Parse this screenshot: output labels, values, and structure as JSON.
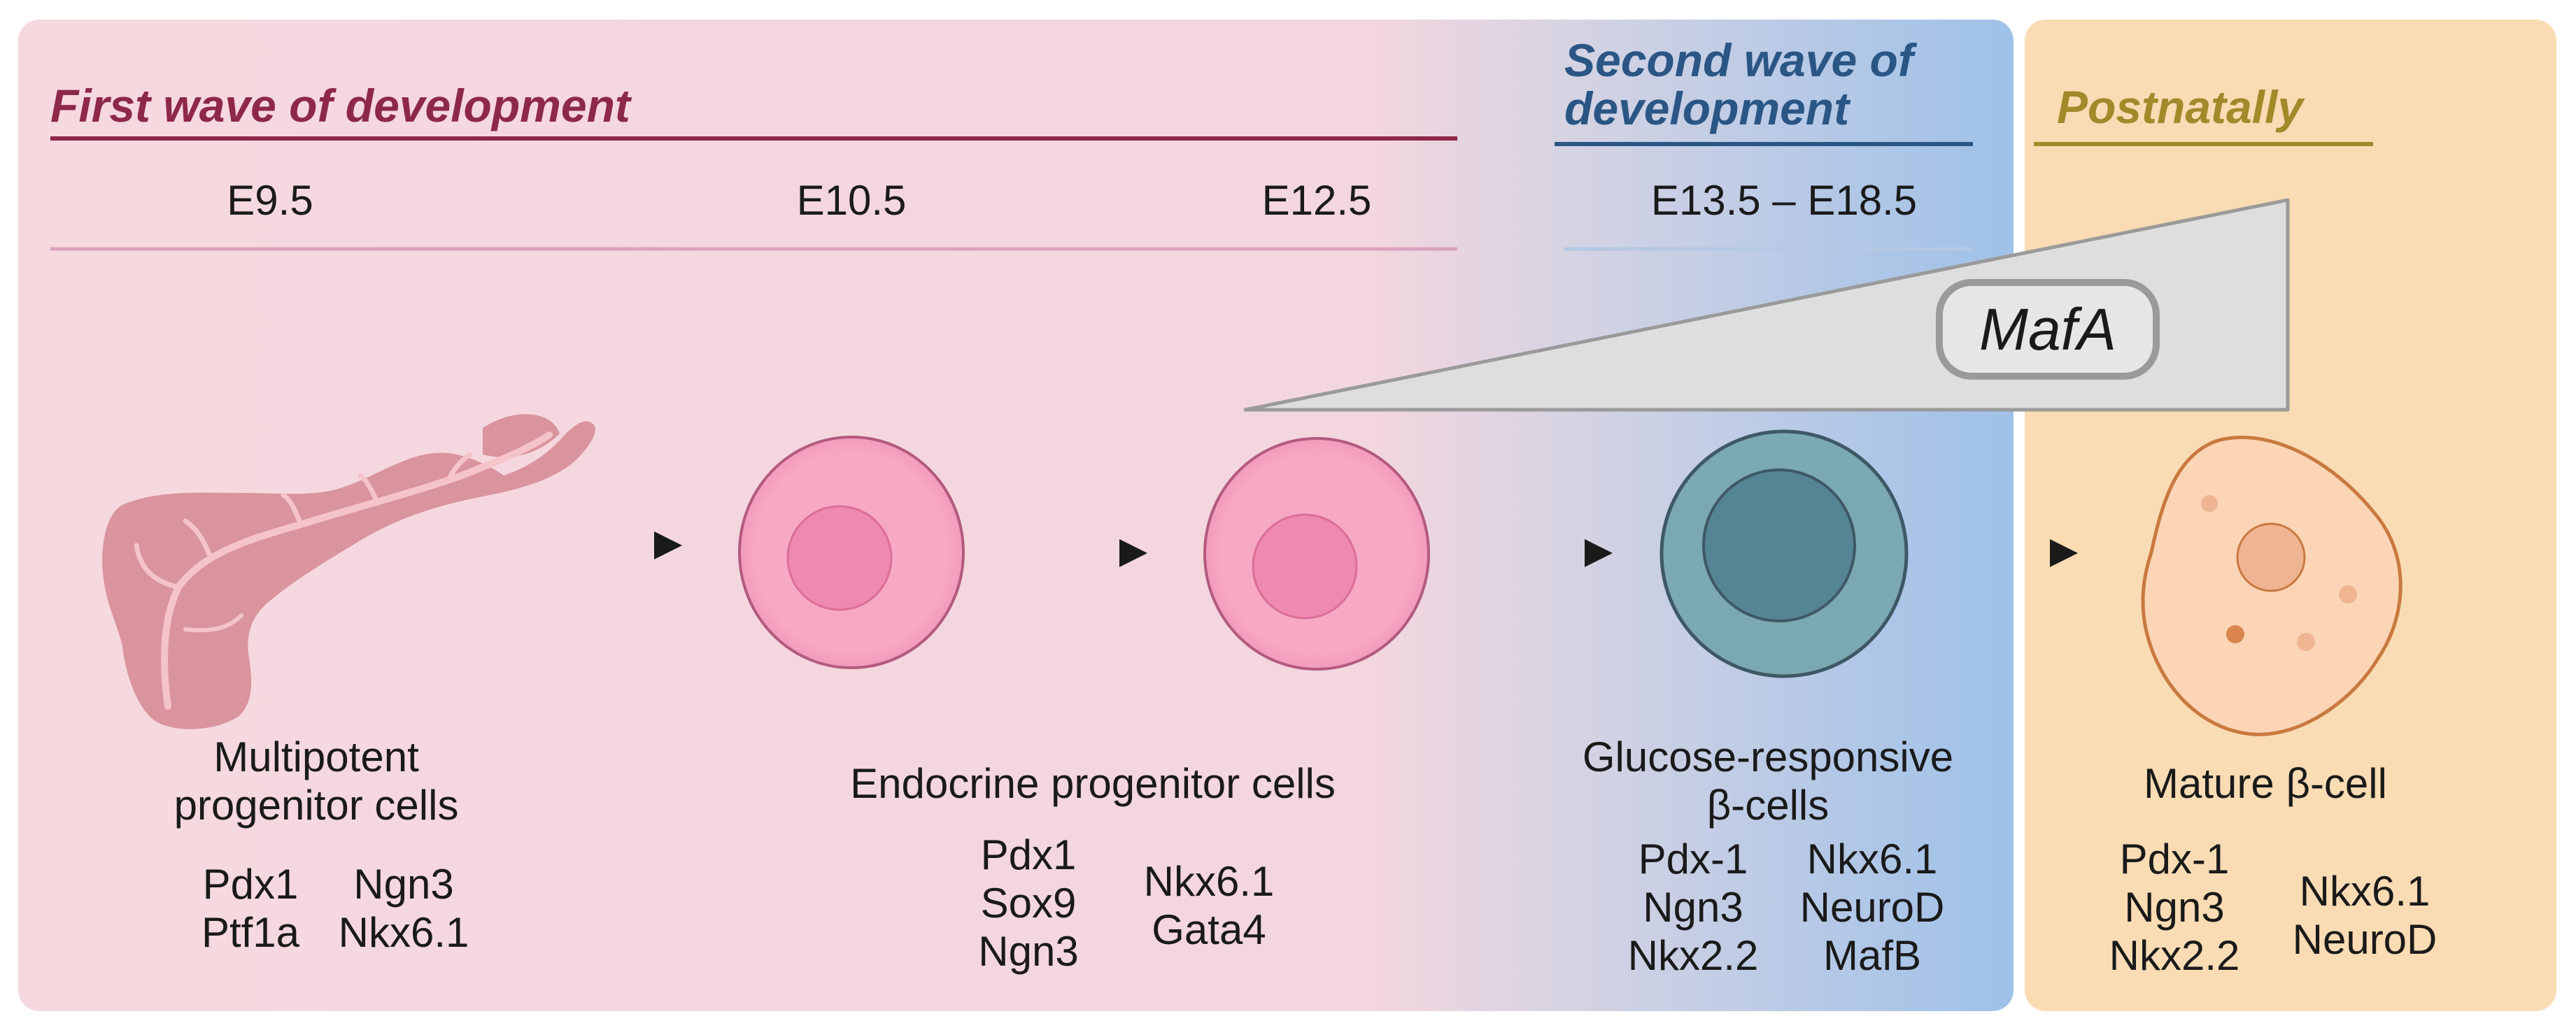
{
  "headers": {
    "first_wave": "First wave of development",
    "second_wave_line1": "Second wave of",
    "second_wave_line2": "development",
    "postnatal": "Postnatally"
  },
  "stages": [
    "E9.5",
    "E10.5",
    "E12.5",
    "E13.5 – E18.5"
  ],
  "gradient_label": "MafA",
  "cells": [
    {
      "name_lines": [
        "Multipotent",
        "progenitor cells"
      ],
      "genes_left": [
        "Pdx1",
        "Ptf1a"
      ],
      "genes_right": [
        "Ngn3",
        "Nkx6.1"
      ]
    },
    {
      "name_lines": [
        "Endocrine progenitor cells"
      ],
      "genes_left": [
        "Pdx1",
        "Sox9",
        "Ngn3"
      ],
      "genes_right": [
        "Nkx6.1",
        "Gata4"
      ]
    },
    {
      "name_lines": [
        "Glucose-responsive",
        "β-cells"
      ],
      "genes_left": [
        "Pdx-1",
        "Ngn3",
        "Nkx2.2"
      ],
      "genes_right": [
        "Nkx6.1",
        "NeuroD",
        "MafB"
      ]
    },
    {
      "name_lines": [
        "Mature β-cell"
      ],
      "genes_left": [
        "Pdx-1",
        "Ngn3",
        "Nkx2.2"
      ],
      "genes_right": [
        "Nkx6.1",
        "NeuroD"
      ]
    }
  ],
  "colors": {
    "first_wave_bg": "#f6d8df",
    "second_wave_bg": "#a5c4e6",
    "postnatal_bg": "#f9dcb4",
    "first_wave_text": "#8e2848",
    "second_wave_text": "#2a5685",
    "postnatal_text": "#a08a2a",
    "progenitor_cell": "#f7a9c4",
    "beta_cell": "#7aa8b3",
    "mature_cell": "#fbd5b6"
  }
}
